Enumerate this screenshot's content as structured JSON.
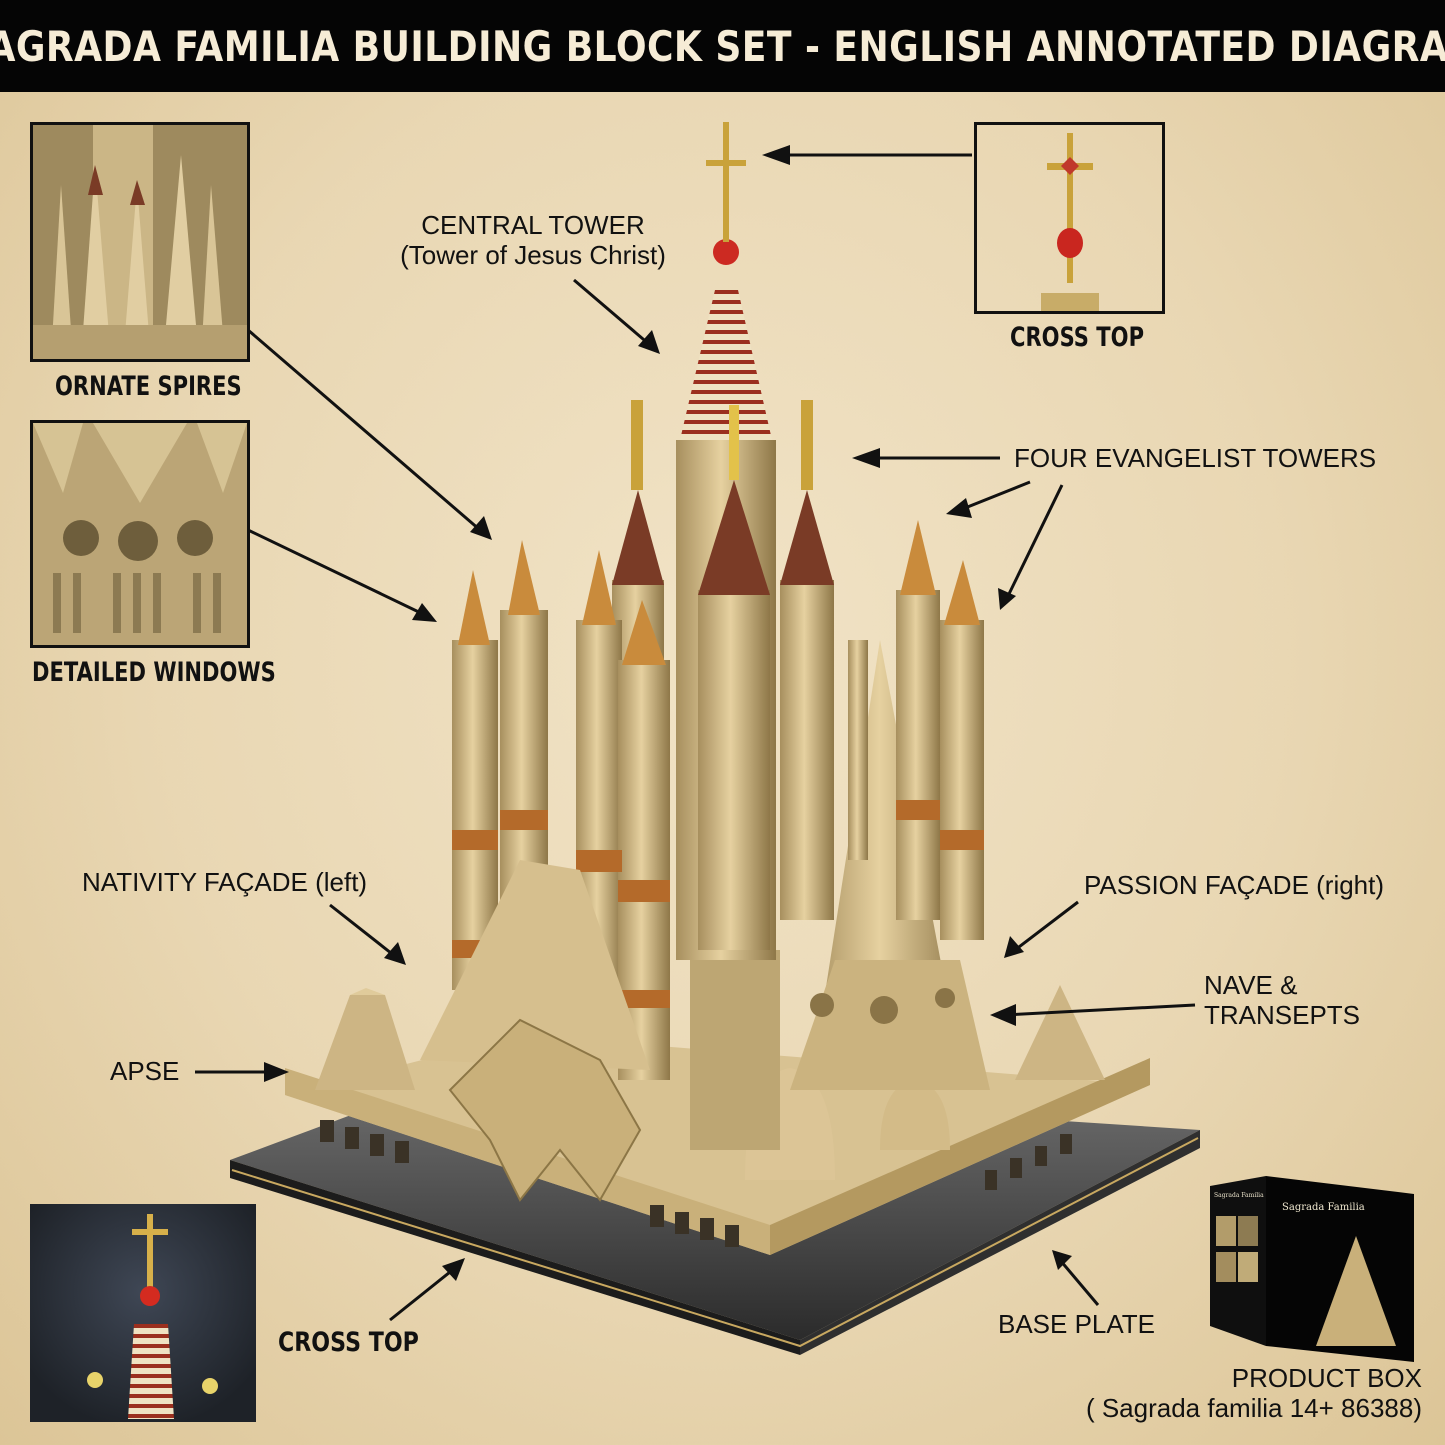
{
  "title": "SAGRADA FAMILIA BUILDING BLOCK SET - ENGLISH ANNOTATED DIAGRAM",
  "labels": {
    "central_tower_line1": "CENTRAL TOWER",
    "central_tower_line2": "(Tower of Jesus Christ)",
    "four_evangelist": "FOUR EVANGELIST TOWERS",
    "nativity": "NATIVITY FAÇADE (left)",
    "passion": "PASSION FAÇADE (right)",
    "nave_line1": "NAVE &",
    "nave_line2": "TRANSEPTS",
    "apse": "APSE",
    "base_plate": "BASE PLATE",
    "product_box_line1": "PRODUCT BOX",
    "product_box_line2": "( Sagrada familia 14+ 86388)"
  },
  "insets": {
    "ornate_spires": "ORNATE SPIRES",
    "detailed_windows": "DETAILED WINDOWS",
    "cross_top_upper": "CROSS TOP",
    "cross_top_lower": "CROSS TOP"
  },
  "product_box": {
    "front_title": "Sagrada Familia",
    "side_title": "Sagrada Familia"
  }
}
